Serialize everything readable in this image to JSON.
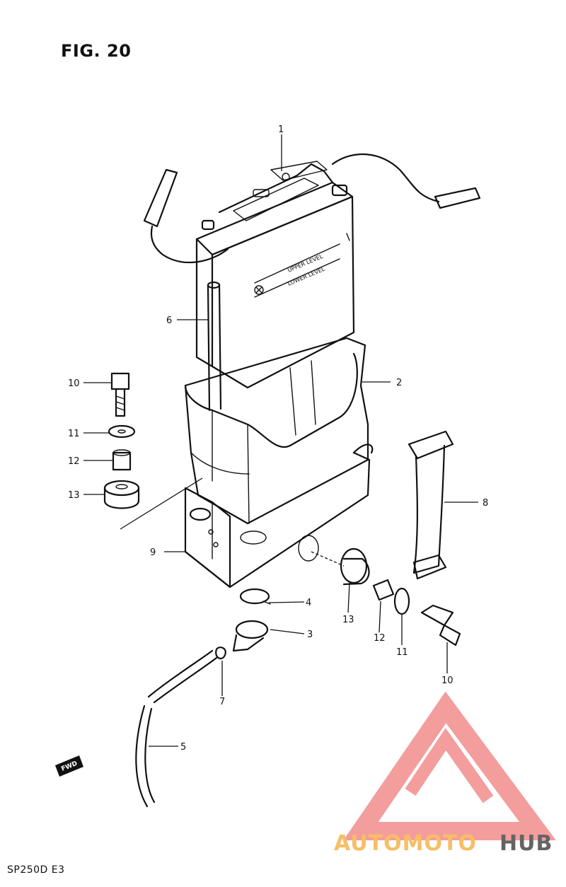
{
  "figure": {
    "title": "FIG. 20"
  },
  "footer": {
    "model_code": "SP250D E3"
  },
  "battery": {
    "upper_level": "UPPER LEVEL",
    "lower_level": "LOWER LEVEL"
  },
  "fwd_label": "FWD",
  "watermark": {
    "text_colored": "AUTOMOTO",
    "text_dark": "HUB",
    "accent_color": "#f28c8c",
    "dark_color": "#4a4a4a",
    "orange_color": "#f6b34a"
  },
  "callouts": [
    {
      "id": "c1",
      "label": "1"
    },
    {
      "id": "c2",
      "label": "2"
    },
    {
      "id": "c3",
      "label": "3"
    },
    {
      "id": "c4",
      "label": "4"
    },
    {
      "id": "c5",
      "label": "5"
    },
    {
      "id": "c6",
      "label": "6"
    },
    {
      "id": "c7",
      "label": "7"
    },
    {
      "id": "c8",
      "label": "8"
    },
    {
      "id": "c9",
      "label": "9"
    },
    {
      "id": "c10a",
      "label": "10"
    },
    {
      "id": "c11a",
      "label": "11"
    },
    {
      "id": "c12a",
      "label": "12"
    },
    {
      "id": "c13a",
      "label": "13"
    },
    {
      "id": "c13b",
      "label": "13"
    },
    {
      "id": "c12b",
      "label": "12"
    },
    {
      "id": "c11b",
      "label": "11"
    },
    {
      "id": "c10b",
      "label": "10"
    }
  ]
}
